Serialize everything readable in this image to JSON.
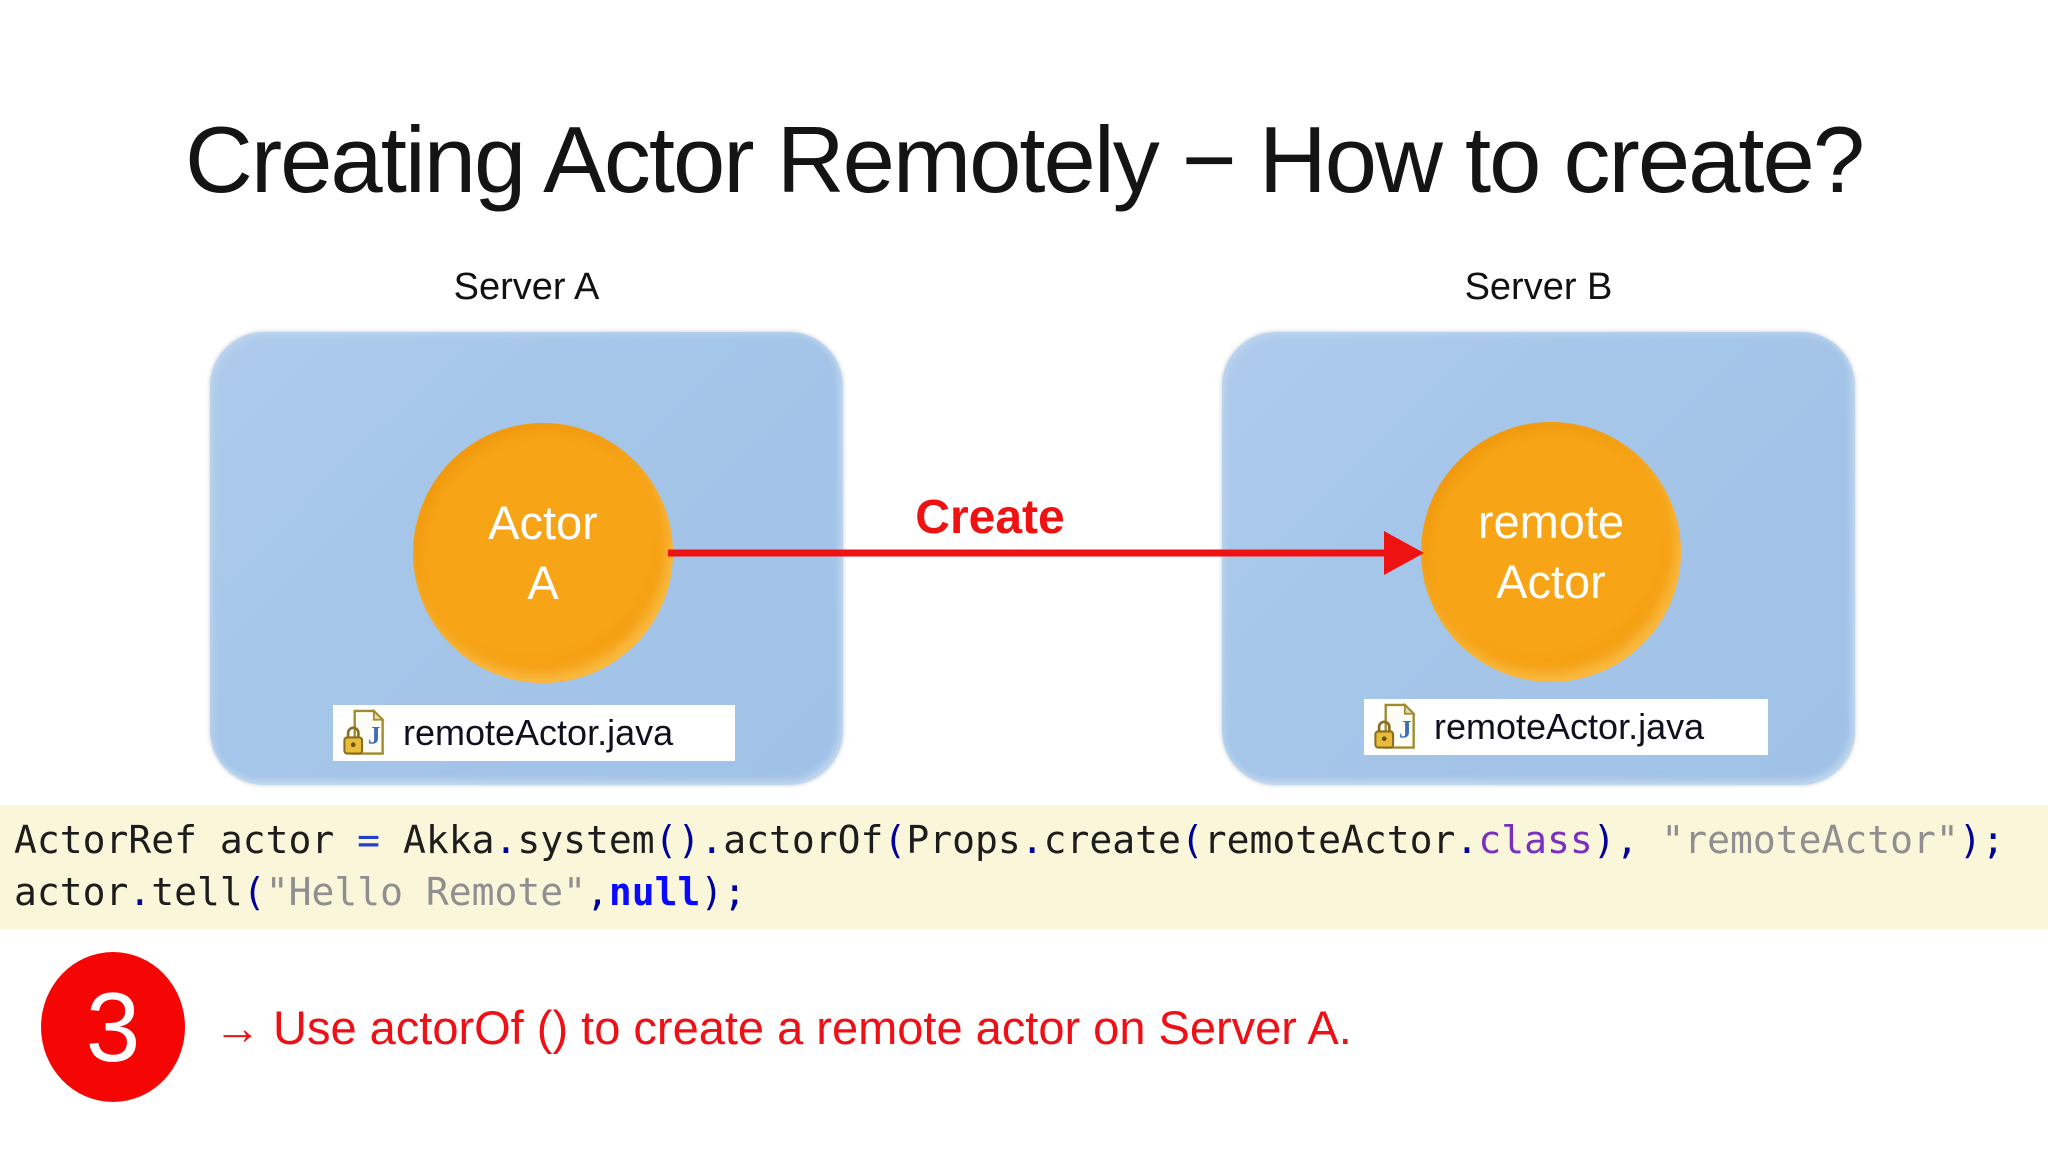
{
  "title": "Creating Actor Remotely − How to create?",
  "diagram": {
    "server_a": {
      "label": "Server A",
      "actor_line1": "Actor",
      "actor_line2": "A",
      "file_name": "remoteActor.java"
    },
    "server_b": {
      "label": "Server B",
      "actor_line1": "remote",
      "actor_line2": "Actor",
      "file_name": "remoteActor.java"
    },
    "arrow_label": "Create"
  },
  "code": {
    "lines": [
      {
        "tokens": [
          {
            "t": "ActorRef actor ",
            "c": "k"
          },
          {
            "t": "=",
            "c": "op"
          },
          {
            "t": " Akka",
            "c": "k"
          },
          {
            "t": ".",
            "c": "p"
          },
          {
            "t": "system",
            "c": "k"
          },
          {
            "t": "()",
            "c": "p"
          },
          {
            "t": ".",
            "c": "p"
          },
          {
            "t": "actorOf",
            "c": "k"
          },
          {
            "t": "(",
            "c": "p"
          },
          {
            "t": "Props",
            "c": "k"
          },
          {
            "t": ".",
            "c": "p"
          },
          {
            "t": "create",
            "c": "k"
          },
          {
            "t": "(",
            "c": "p"
          },
          {
            "t": "remoteActor",
            "c": "k"
          },
          {
            "t": ".",
            "c": "p"
          },
          {
            "t": "class",
            "c": "cls"
          },
          {
            "t": "),",
            "c": "p"
          },
          {
            "t": " ",
            "c": "k"
          },
          {
            "t": "\"remoteActor\"",
            "c": "str"
          },
          {
            "t": ");",
            "c": "p"
          }
        ]
      },
      {
        "tokens": [
          {
            "t": "actor",
            "c": "k"
          },
          {
            "t": ".",
            "c": "p"
          },
          {
            "t": "tell",
            "c": "k"
          },
          {
            "t": "(",
            "c": "p"
          },
          {
            "t": "\"Hello Remote\"",
            "c": "str"
          },
          {
            "t": ",",
            "c": "p"
          },
          {
            "t": "null",
            "c": "nul"
          },
          {
            "t": ");",
            "c": "p"
          }
        ]
      }
    ]
  },
  "note": {
    "number": "3",
    "arrow": "→",
    "text": "Use actorOf () to create a remote actor on Server A."
  },
  "colors": {
    "box_blue": "#a5c6e9",
    "actor_orange": "#f6a015",
    "accent_red": "#ee1212",
    "note_circle_red": "#f60505",
    "code_background": "#faf6da",
    "code_keyword_purple": "#7b2fbf",
    "code_string_gray": "#8f8f8f",
    "code_punct_navy": "#00009a",
    "code_null_blue": "#0a0aff"
  }
}
